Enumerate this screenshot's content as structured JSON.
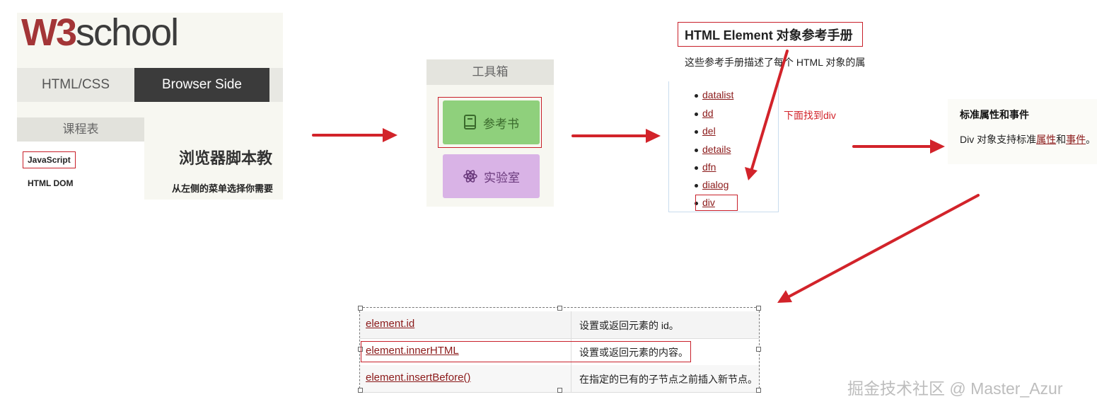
{
  "panel1": {
    "logo_w3": "W3",
    "logo_school": "school",
    "tabs": [
      "HTML/CSS",
      "Browser Side"
    ],
    "course_header": "课程表",
    "course_items": [
      "JavaScript",
      "HTML DOM"
    ],
    "title": "浏览器脚本教",
    "subtitle": "从左侧的菜单选择你需要"
  },
  "panel2": {
    "header": "工具箱",
    "reference_button": "参考书",
    "lab_button": "实验室"
  },
  "panel3": {
    "title": "HTML Element 对象参考手册",
    "description": "这些参考手册描述了每个 HTML 对象的属",
    "list_items": [
      "datalist",
      "dd",
      "del",
      "details",
      "dfn",
      "dialog",
      "div"
    ],
    "annotation": "下面找到div"
  },
  "panel4": {
    "heading": "标准属性和事件",
    "text_prefix": "Div 对象支持标准",
    "link_attrs": "属性",
    "text_and": "和",
    "link_events": "事件",
    "text_suffix": "。"
  },
  "panel5": {
    "rows": [
      {
        "property": "element.id",
        "description": "设置或返回元素的 id。"
      },
      {
        "property": "element.innerHTML",
        "description": "设置或返回元素的内容。"
      },
      {
        "property": "element.insertBefore()",
        "description": "在指定的已有的子节点之前插入新节点。"
      }
    ]
  },
  "watermark": "掘金技术社区 @ Master_Azur",
  "colors": {
    "accent_red": "#d2232a",
    "link": "#8b1a1a",
    "ref_green": "#8fd07c",
    "lab_purple": "#d9b3e6",
    "dark_tab": "#3b3b3b"
  }
}
